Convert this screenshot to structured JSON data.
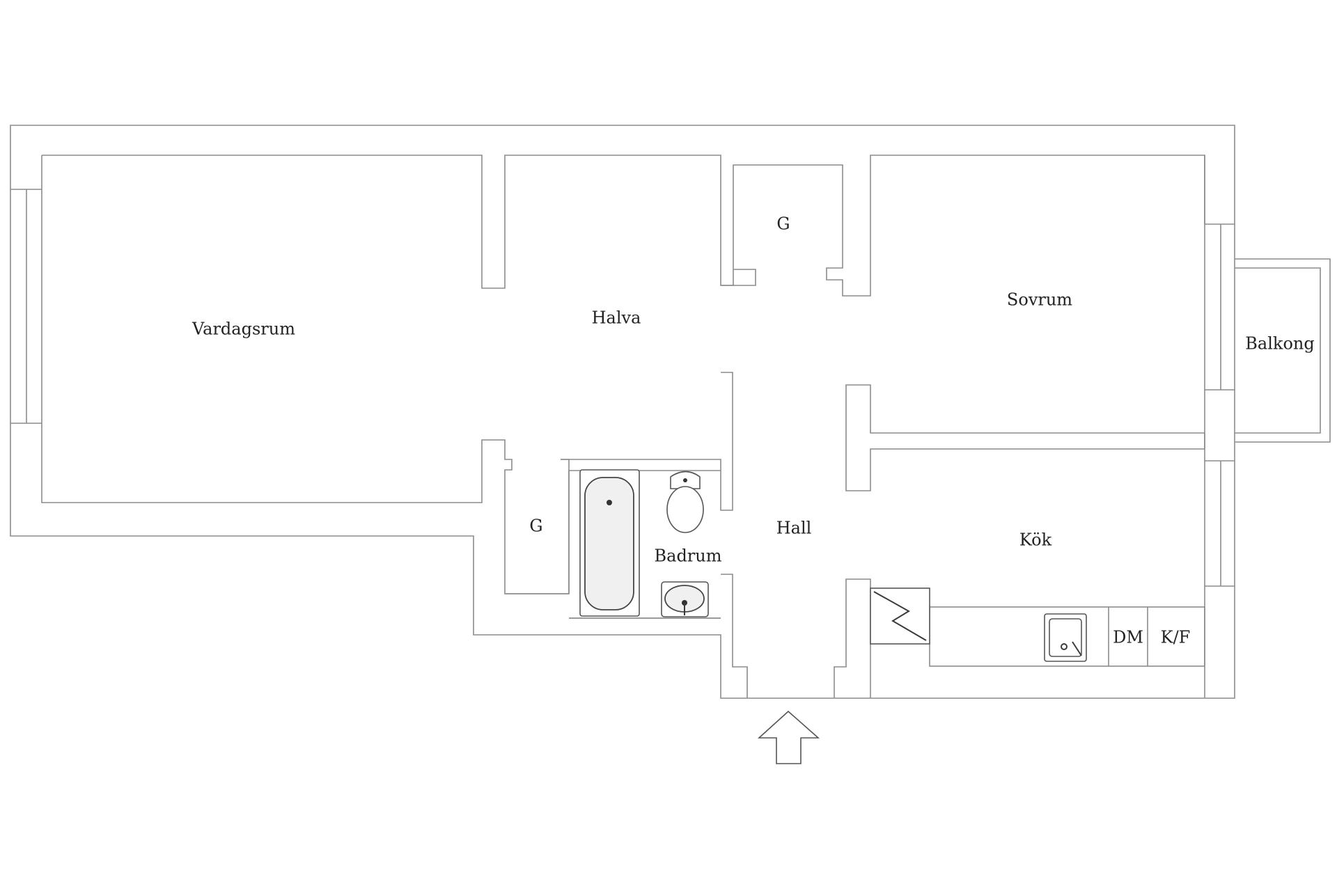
{
  "rooms": {
    "vardagsrum": "Vardagsrum",
    "halva": "Halva",
    "closet_top": "G",
    "sovrum": "Sovrum",
    "balkong": "Balkong",
    "closet_bottom": "G",
    "badrum": "Badrum",
    "hall": "Hall",
    "kok": "Kök"
  },
  "appliances": {
    "dishwasher": "DM",
    "fridge_freezer": "K/F"
  },
  "symbols": {
    "entrance": "entrance-arrow-icon",
    "electrical": "electrical-panel-icon"
  }
}
